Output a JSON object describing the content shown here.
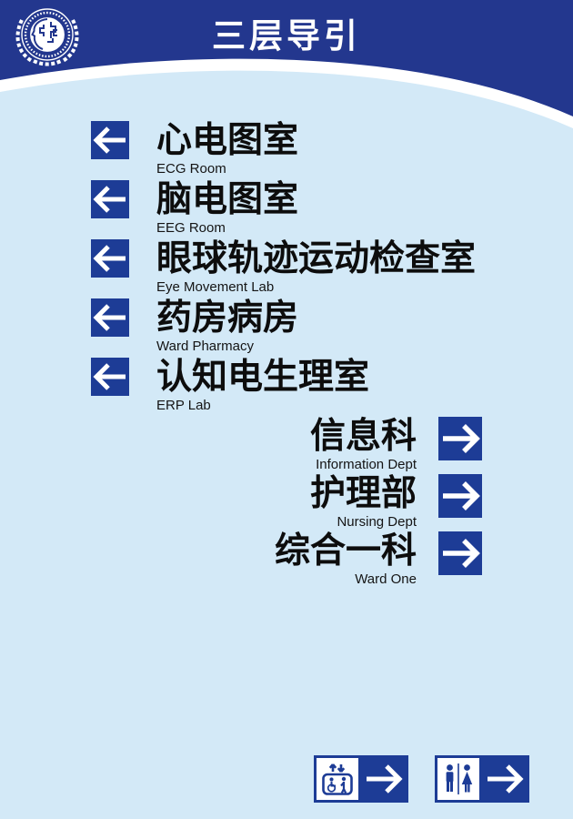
{
  "header": {
    "title": "三层导引"
  },
  "logo": {
    "name": "hospital-brain-emblem"
  },
  "directory": {
    "entries": [
      {
        "zh": "心电图室",
        "en": "ECG Room",
        "direction": "left"
      },
      {
        "zh": "脑电图室",
        "en": "EEG Room",
        "direction": "left"
      },
      {
        "zh": "眼球轨迹运动检查室",
        "en": "Eye Movement Lab",
        "direction": "left"
      },
      {
        "zh": "药房病房",
        "en": "Ward Pharmacy",
        "direction": "left"
      },
      {
        "zh": "认知电生理室",
        "en": "ERP Lab",
        "direction": "left"
      },
      {
        "zh": "信息科",
        "en": "Information Dept",
        "direction": "right"
      },
      {
        "zh": "护理部",
        "en": "Nursing Dept",
        "direction": "right"
      },
      {
        "zh": "综合一科",
        "en": "Ward One",
        "direction": "right"
      }
    ]
  },
  "facilities": [
    {
      "icon": "elevator-icon",
      "direction": "right"
    },
    {
      "icon": "restroom-icon",
      "direction": "right"
    }
  ],
  "colors": {
    "header_blue": "#23378e",
    "arrow_blue": "#1d3c96",
    "background": "#d3e9f7",
    "text": "#0d0d0d"
  }
}
